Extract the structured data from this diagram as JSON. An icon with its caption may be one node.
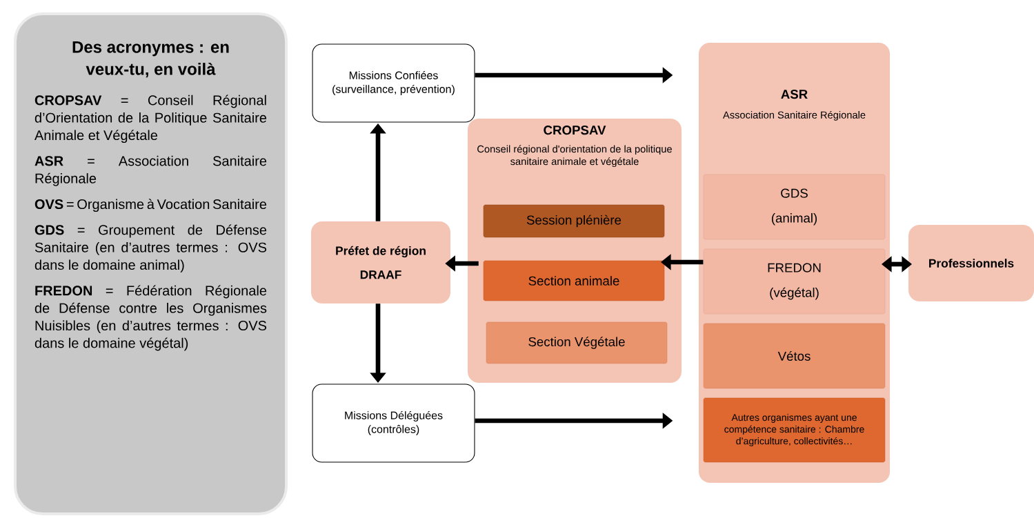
{
  "diagram": {
    "nodes": [
      {
        "text": [
          "Des acronymes : en veux-tu, en voilà",
          "**CROPSAV** = Conseil Régional d’Orientation de la Politique Sanitaire Animale et Végétale",
          "**ASR** = Association Sanitaire Régionale",
          "**OVS** = Organisme à Vocation Sanitaire",
          "**GDS** = Groupement de Défense Sanitaire (en d’autres termes : OVS dans le domaine animal)",
          "**FREDON** = Fédération Régionale de Défense contre les Organismes Nuisibles (en d’autres termes : OVS dans le domaine végétal)"
        ]
      },
      {
        "text": [
          "Missions Confiées (surveillance, prévention)"
        ]
      },
      {
        "text": [
          "CROPSAV",
          "Conseil régional d'orientation de la politique sanitaire animale et végétale"
        ]
      },
      {
        "text": [
          "Session plénière"
        ],
        "in": 2
      },
      {
        "text": [
          "Section animale"
        ],
        "in": 2
      },
      {
        "text": [
          "Section Végétale"
        ],
        "in": 2
      },
      {
        "text": [
          "ASR",
          "Association Sanitaire Régionale"
        ]
      },
      {
        "text": [
          "GDS",
          "(animal)"
        ],
        "in": 6
      },
      {
        "text": [
          "FREDON",
          "(végétal)"
        ],
        "in": 6
      },
      {
        "text": [
          "Vétos"
        ],
        "in": 6
      },
      {
        "text": [
          "Autres organismes ayant une compétence sanitaire : Chambre d’agriculture, collectivités…"
        ],
        "in": 6
      },
      {
        "text": [
          "Préfet de région",
          "DRAAF"
        ]
      },
      {
        "text": [
          "Professionnels"
        ]
      },
      {
        "text": [
          "Missions Déléguées (contrôles)"
        ]
      }
    ],
    "edges": [
      {
        "from": 1,
        "to": 6,
        "arrow": "to"
      },
      {
        "from": 11,
        "to": 1,
        "arrow": "to"
      },
      {
        "from": 11,
        "to": 13,
        "arrow": "to"
      },
      {
        "from": 2,
        "to": 11,
        "arrow": "to"
      },
      {
        "from": 6,
        "to": 4,
        "arrow": "to"
      },
      {
        "from": 8,
        "to": 12,
        "arrow": "both"
      },
      {
        "from": 13,
        "to": 6,
        "arrow": "to"
      }
    ]
  }
}
